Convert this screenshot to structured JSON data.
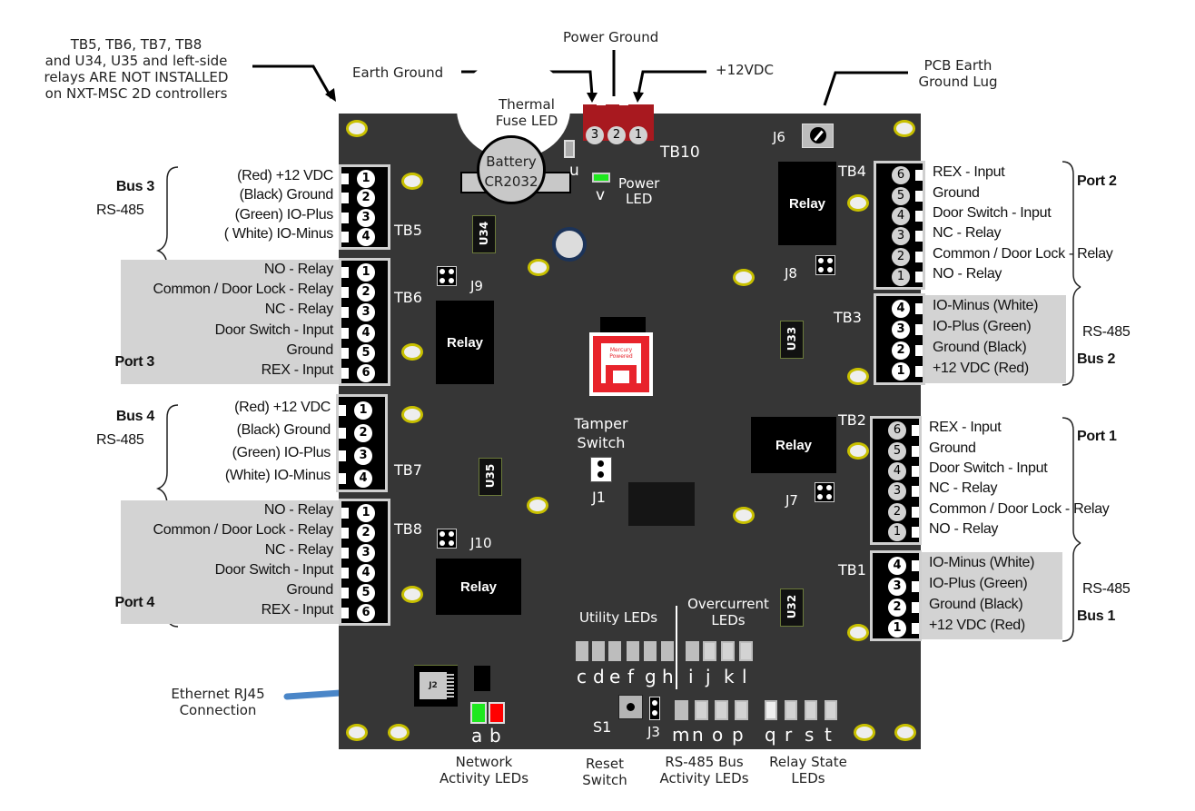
{
  "title_note": "TB5, TB6, TB7, TB8 and U34, U35 and left-side relays ARE NOT INSTALLED on NXT-MSC 2D controllers",
  "note_lines": [
    "TB5, TB6, TB7, TB8",
    "and U34, U35 and left-side",
    "relays ARE NOT INSTALLED",
    "on NXT-MSC 2D controllers"
  ],
  "callouts": {
    "earth_ground": "Earth Ground",
    "power_ground": "Power Ground",
    "plus12vdc": "+12VDC",
    "pcb_earth_lug": [
      "PCB Earth",
      "Ground Lug"
    ],
    "thermal_fuse_led": [
      "Thermal",
      "Fuse LED"
    ],
    "power_led": [
      "Power",
      "LED"
    ],
    "tamper_switch": [
      "Tamper",
      "Switch"
    ],
    "utility_leds": "Utility LEDs",
    "overcurrent_leds": [
      "Overcurrent",
      "LEDs"
    ],
    "ethernet": [
      "Ethernet RJ45",
      "Connection"
    ],
    "network_leds": [
      "Network",
      "Activity LEDs"
    ],
    "reset_switch": [
      "Reset",
      "Switch"
    ],
    "rs485_leds": [
      "RS-485 Bus",
      "Activity LEDs"
    ],
    "relay_state_leds": [
      "Relay State",
      "LEDs"
    ]
  },
  "components": {
    "battery": [
      "Battery",
      "CR2032"
    ],
    "tb10": {
      "label": "TB10",
      "pins": [
        "3",
        "2",
        "1"
      ]
    },
    "relay_label": "Relay",
    "j1": "J1",
    "j6": "J6",
    "j7": "J7",
    "j8": "J8",
    "j9": "J9",
    "j10": "J10",
    "j2": "J2",
    "j3": "J3",
    "s1": "S1",
    "u32": "U32",
    "u33": "U33",
    "u34": "U34",
    "u35": "U35",
    "led_u": "u",
    "led_v": "v",
    "logo": [
      "Mercury",
      "Powered"
    ]
  },
  "left_blocks": [
    {
      "tb": "TB5",
      "group": "Bus 3",
      "sub": "RS-485",
      "type": "bus",
      "pins": [
        "1",
        "2",
        "3",
        "4"
      ],
      "labels": [
        "(Red) +12 VDC",
        "(Black) Ground",
        "(Green) IO-Plus",
        "( White) IO-Minus"
      ]
    },
    {
      "tb": "TB6",
      "group": "Port 3",
      "type": "port",
      "pins": [
        "1",
        "2",
        "3",
        "4",
        "5",
        "6"
      ],
      "labels": [
        "NO - Relay",
        "Common / Door Lock - Relay",
        "NC - Relay",
        "Door Switch - Input",
        "Ground",
        "REX - Input"
      ]
    },
    {
      "tb": "TB7",
      "group": "Bus 4",
      "sub": "RS-485",
      "type": "bus",
      "pins": [
        "1",
        "2",
        "3",
        "4"
      ],
      "labels": [
        "(Red) +12 VDC",
        "(Black) Ground",
        "(Green) IO-Plus",
        "(White) IO-Minus"
      ]
    },
    {
      "tb": "TB8",
      "group": "Port 4",
      "type": "port",
      "pins": [
        "1",
        "2",
        "3",
        "4",
        "5",
        "6"
      ],
      "labels": [
        "NO - Relay",
        "Common / Door Lock - Relay",
        "NC - Relay",
        "Door Switch - Input",
        "Ground",
        "REX - Input"
      ]
    }
  ],
  "right_blocks": [
    {
      "tb": "TB4",
      "group": "Port 2",
      "type": "port",
      "pins": [
        "6",
        "5",
        "4",
        "3",
        "2",
        "1"
      ],
      "labels": [
        "REX - Input",
        "Ground",
        "Door Switch - Input",
        "NC - Relay",
        "Common / Door Lock - Relay",
        "NO - Relay"
      ]
    },
    {
      "tb": "TB3",
      "group": "Bus 2",
      "sub": "RS-485",
      "type": "bus",
      "pins": [
        "4",
        "3",
        "2",
        "1"
      ],
      "labels": [
        "IO-Minus (White)",
        "IO-Plus (Green)",
        "Ground (Black)",
        "+12 VDC (Red)"
      ]
    },
    {
      "tb": "TB2",
      "group": "Port 1",
      "type": "port",
      "pins": [
        "6",
        "5",
        "4",
        "3",
        "2",
        "1"
      ],
      "labels": [
        "REX - Input",
        "Ground",
        "Door Switch - Input",
        "NC - Relay",
        "Common / Door Lock - Relay",
        "NO - Relay"
      ]
    },
    {
      "tb": "TB1",
      "group": "Bus 1",
      "sub": "RS-485",
      "type": "bus",
      "pins": [
        "4",
        "3",
        "2",
        "1"
      ],
      "labels": [
        "IO-Minus (White)",
        "IO-Plus (Green)",
        "Ground (Black)",
        "+12 VDC (Red)"
      ]
    }
  ],
  "led_letters": {
    "network": [
      "a",
      "b"
    ],
    "utility": [
      "c",
      "d",
      "e",
      "f",
      "g",
      "h"
    ],
    "overcurrent": [
      "i",
      "j",
      "k",
      "l"
    ],
    "rs485": [
      "m",
      "n",
      "o",
      "p"
    ],
    "relay_state": [
      "q",
      "r",
      "s",
      "t"
    ]
  },
  "colors": {
    "board": "#363636",
    "terminal_red": "#a8191f",
    "led_green": "#1ee81e",
    "led_red": "#ff0000",
    "mount_ring": "#c8c000",
    "arrow_blue": "#4a86c8"
  }
}
